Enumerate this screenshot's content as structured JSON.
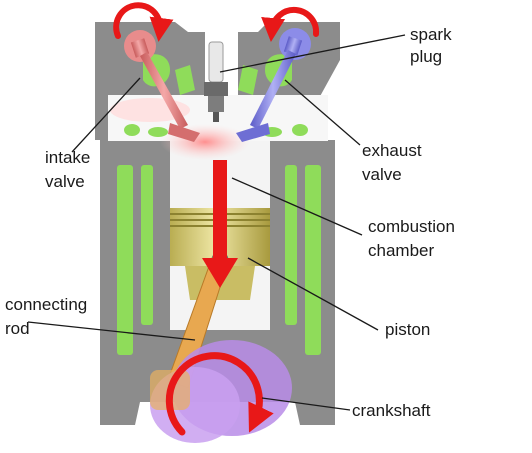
{
  "labels": {
    "spark_plug_1": "spark",
    "spark_plug_2": "plug",
    "intake_valve_1": "intake",
    "intake_valve_2": "valve",
    "exhaust_valve_1": "exhaust",
    "exhaust_valve_2": "valve",
    "combustion_chamber_1": "combustion",
    "combustion_chamber_2": "chamber",
    "connecting_rod_1": "connecting",
    "connecting_rod_2": "rod",
    "piston": "piston",
    "crankshaft": "crankshaft"
  },
  "colors": {
    "block": "#8c8c8c",
    "block_dark": "#6f6f6f",
    "coolant": "#8fdc5a",
    "intake_valve": "#e88c8c",
    "exhaust_valve": "#8c8ce8",
    "arrow": "#e81818",
    "piston": "#dcd27c",
    "rod": "#e8a850",
    "crank": "#b88ce8"
  }
}
